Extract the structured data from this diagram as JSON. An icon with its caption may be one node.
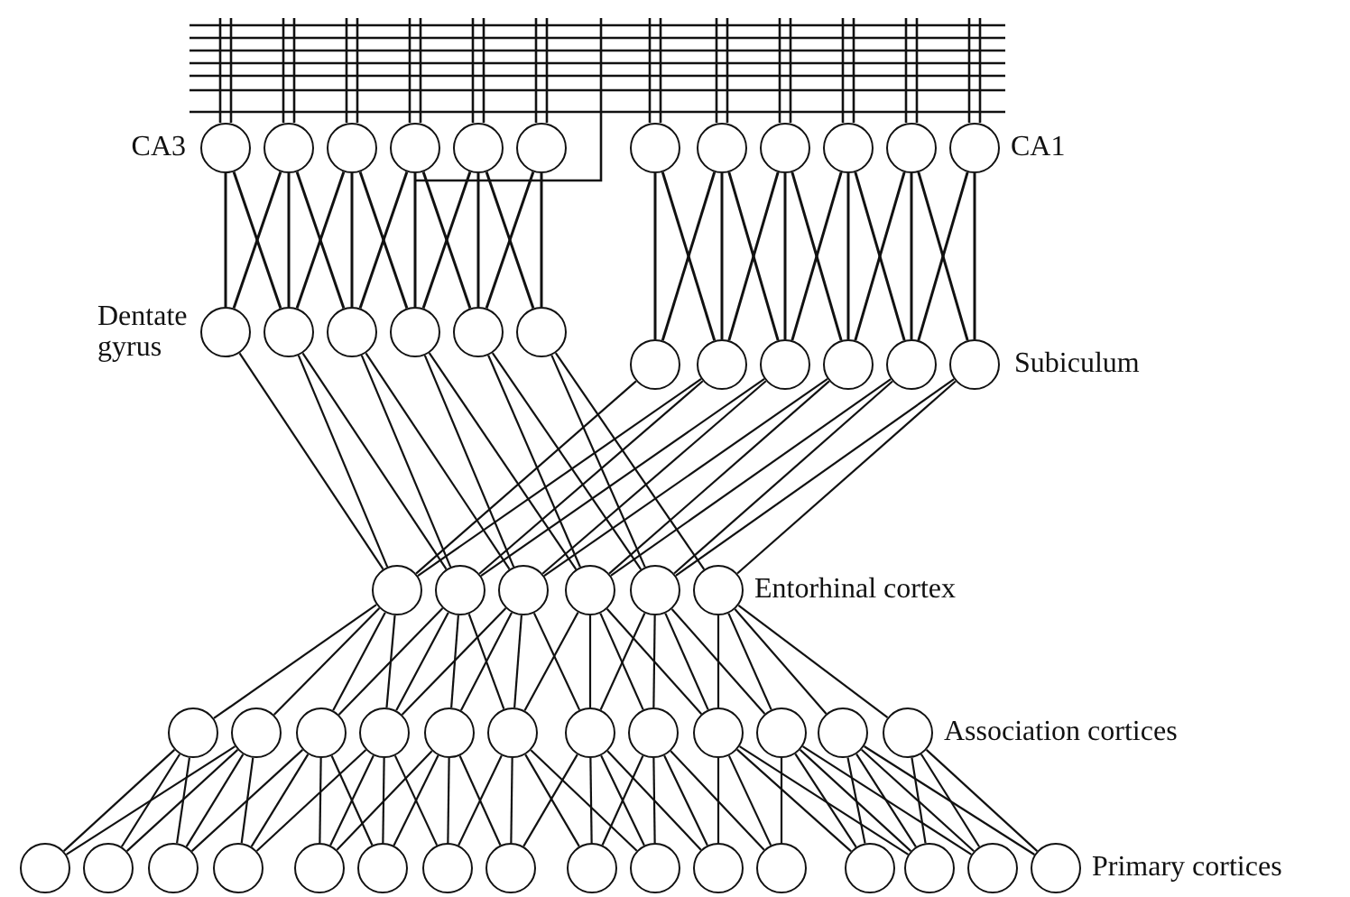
{
  "diagram": {
    "nodes": [
      {
        "text": [],
        "shape": "circle"
      },
      {
        "text": [],
        "shape": "circle"
      },
      {
        "text": [],
        "shape": "circle"
      },
      {
        "text": [],
        "shape": "circle"
      },
      {
        "text": [],
        "shape": "circle"
      },
      {
        "text": [],
        "shape": "circle"
      },
      {
        "text": [],
        "shape": "circle"
      },
      {
        "text": [],
        "shape": "circle"
      },
      {
        "text": [],
        "shape": "circle"
      },
      {
        "text": [],
        "shape": "circle"
      },
      {
        "text": [],
        "shape": "circle"
      },
      {
        "text": [],
        "shape": "circle"
      },
      {
        "text": [],
        "shape": "circle"
      },
      {
        "text": [],
        "shape": "circle"
      },
      {
        "text": [],
        "shape": "circle"
      },
      {
        "text": [],
        "shape": "circle"
      },
      {
        "text": [],
        "shape": "circle"
      },
      {
        "text": [],
        "shape": "circle"
      },
      {
        "text": [],
        "shape": "circle"
      },
      {
        "text": [],
        "shape": "circle"
      },
      {
        "text": [],
        "shape": "circle"
      },
      {
        "text": [],
        "shape": "circle"
      },
      {
        "text": [],
        "shape": "circle"
      },
      {
        "text": [],
        "shape": "circle"
      },
      {
        "text": [],
        "shape": "circle"
      },
      {
        "text": [],
        "shape": "circle"
      },
      {
        "text": [],
        "shape": "circle"
      },
      {
        "text": [],
        "shape": "circle"
      },
      {
        "text": [],
        "shape": "circle"
      },
      {
        "text": [],
        "shape": "circle"
      },
      {
        "text": [],
        "shape": "circle"
      },
      {
        "text": [],
        "shape": "circle"
      },
      {
        "text": [],
        "shape": "circle"
      },
      {
        "text": [],
        "shape": "circle"
      },
      {
        "text": [],
        "shape": "circle"
      },
      {
        "text": [],
        "shape": "circle"
      },
      {
        "text": [],
        "shape": "circle"
      },
      {
        "text": [],
        "shape": "circle"
      },
      {
        "text": [],
        "shape": "circle"
      },
      {
        "text": [],
        "shape": "circle"
      },
      {
        "text": [],
        "shape": "circle"
      },
      {
        "text": [],
        "shape": "circle"
      },
      {
        "text": [],
        "shape": "circle"
      },
      {
        "text": [],
        "shape": "circle"
      },
      {
        "text": [],
        "shape": "circle"
      },
      {
        "text": [],
        "shape": "circle"
      },
      {
        "text": [],
        "shape": "circle"
      },
      {
        "text": [],
        "shape": "circle"
      },
      {
        "text": [],
        "shape": "circle"
      },
      {
        "text": [],
        "shape": "circle"
      },
      {
        "text": [],
        "shape": "circle"
      },
      {
        "text": [],
        "shape": "circle"
      },
      {
        "text": [],
        "shape": "circle"
      },
      {
        "text": [],
        "shape": "circle"
      },
      {
        "text": [],
        "shape": "circle"
      },
      {
        "text": [],
        "shape": "circle"
      },
      {
        "text": [],
        "shape": "circle"
      },
      {
        "text": [],
        "shape": "circle"
      }
    ],
    "edges": [
      {
        "from": 0,
        "to": 12,
        "arrow": "none"
      },
      {
        "from": 0,
        "to": 13,
        "arrow": "none"
      },
      {
        "from": 1,
        "to": 12,
        "arrow": "none"
      },
      {
        "from": 1,
        "to": 13,
        "arrow": "none"
      },
      {
        "from": 1,
        "to": 14,
        "arrow": "none"
      },
      {
        "from": 2,
        "to": 13,
        "arrow": "none"
      },
      {
        "from": 2,
        "to": 14,
        "arrow": "none"
      },
      {
        "from": 2,
        "to": 15,
        "arrow": "none"
      },
      {
        "from": 3,
        "to": 14,
        "arrow": "none"
      },
      {
        "from": 3,
        "to": 15,
        "arrow": "none"
      },
      {
        "from": 3,
        "to": 16,
        "arrow": "none"
      },
      {
        "from": 4,
        "to": 15,
        "arrow": "none"
      },
      {
        "from": 4,
        "to": 16,
        "arrow": "none"
      },
      {
        "from": 4,
        "to": 17,
        "arrow": "none"
      },
      {
        "from": 5,
        "to": 16,
        "arrow": "none"
      },
      {
        "from": 5,
        "to": 17,
        "arrow": "none"
      },
      {
        "from": 6,
        "to": 18,
        "arrow": "none"
      },
      {
        "from": 6,
        "to": 19,
        "arrow": "none"
      },
      {
        "from": 7,
        "to": 18,
        "arrow": "none"
      },
      {
        "from": 7,
        "to": 19,
        "arrow": "none"
      },
      {
        "from": 7,
        "to": 20,
        "arrow": "none"
      },
      {
        "from": 8,
        "to": 19,
        "arrow": "none"
      },
      {
        "from": 8,
        "to": 20,
        "arrow": "none"
      },
      {
        "from": 8,
        "to": 21,
        "arrow": "none"
      },
      {
        "from": 9,
        "to": 20,
        "arrow": "none"
      },
      {
        "from": 9,
        "to": 21,
        "arrow": "none"
      },
      {
        "from": 9,
        "to": 22,
        "arrow": "none"
      },
      {
        "from": 10,
        "to": 21,
        "arrow": "none"
      },
      {
        "from": 10,
        "to": 22,
        "arrow": "none"
      },
      {
        "from": 10,
        "to": 23,
        "arrow": "none"
      },
      {
        "from": 11,
        "to": 22,
        "arrow": "none"
      },
      {
        "from": 11,
        "to": 23,
        "arrow": "none"
      },
      {
        "from": 12,
        "to": 24,
        "arrow": "none"
      },
      {
        "from": 13,
        "to": 24,
        "arrow": "none"
      },
      {
        "from": 13,
        "to": 25,
        "arrow": "none"
      },
      {
        "from": 14,
        "to": 25,
        "arrow": "none"
      },
      {
        "from": 14,
        "to": 26,
        "arrow": "none"
      },
      {
        "from": 15,
        "to": 26,
        "arrow": "none"
      },
      {
        "from": 15,
        "to": 27,
        "arrow": "none"
      },
      {
        "from": 16,
        "to": 27,
        "arrow": "none"
      },
      {
        "from": 16,
        "to": 28,
        "arrow": "none"
      },
      {
        "from": 17,
        "to": 28,
        "arrow": "none"
      },
      {
        "from": 17,
        "to": 29,
        "arrow": "none"
      },
      {
        "from": 18,
        "to": 24,
        "arrow": "none"
      },
      {
        "from": 19,
        "to": 24,
        "arrow": "none"
      },
      {
        "from": 19,
        "to": 25,
        "arrow": "none"
      },
      {
        "from": 20,
        "to": 25,
        "arrow": "none"
      },
      {
        "from": 20,
        "to": 26,
        "arrow": "none"
      },
      {
        "from": 21,
        "to": 26,
        "arrow": "none"
      },
      {
        "from": 21,
        "to": 27,
        "arrow": "none"
      },
      {
        "from": 22,
        "to": 27,
        "arrow": "none"
      },
      {
        "from": 22,
        "to": 28,
        "arrow": "none"
      },
      {
        "from": 23,
        "to": 28,
        "arrow": "none"
      },
      {
        "from": 23,
        "to": 29,
        "arrow": "none"
      },
      {
        "from": 24,
        "to": 30,
        "arrow": "none"
      },
      {
        "from": 24,
        "to": 31,
        "arrow": "none"
      },
      {
        "from": 24,
        "to": 32,
        "arrow": "none"
      },
      {
        "from": 24,
        "to": 33,
        "arrow": "none"
      },
      {
        "from": 25,
        "to": 32,
        "arrow": "none"
      },
      {
        "from": 25,
        "to": 33,
        "arrow": "none"
      },
      {
        "from": 25,
        "to": 34,
        "arrow": "none"
      },
      {
        "from": 25,
        "to": 35,
        "arrow": "none"
      },
      {
        "from": 26,
        "to": 33,
        "arrow": "none"
      },
      {
        "from": 26,
        "to": 34,
        "arrow": "none"
      },
      {
        "from": 26,
        "to": 35,
        "arrow": "none"
      },
      {
        "from": 26,
        "to": 36,
        "arrow": "none"
      },
      {
        "from": 27,
        "to": 35,
        "arrow": "none"
      },
      {
        "from": 27,
        "to": 36,
        "arrow": "none"
      },
      {
        "from": 27,
        "to": 37,
        "arrow": "none"
      },
      {
        "from": 27,
        "to": 38,
        "arrow": "none"
      },
      {
        "from": 28,
        "to": 36,
        "arrow": "none"
      },
      {
        "from": 28,
        "to": 37,
        "arrow": "none"
      },
      {
        "from": 28,
        "to": 38,
        "arrow": "none"
      },
      {
        "from": 28,
        "to": 39,
        "arrow": "none"
      },
      {
        "from": 29,
        "to": 38,
        "arrow": "none"
      },
      {
        "from": 29,
        "to": 39,
        "arrow": "none"
      },
      {
        "from": 29,
        "to": 40,
        "arrow": "none"
      },
      {
        "from": 29,
        "to": 41,
        "arrow": "none"
      },
      {
        "from": 30,
        "to": 42,
        "arrow": "none"
      },
      {
        "from": 30,
        "to": 43,
        "arrow": "none"
      },
      {
        "from": 30,
        "to": 44,
        "arrow": "none"
      },
      {
        "from": 31,
        "to": 42,
        "arrow": "none"
      },
      {
        "from": 31,
        "to": 43,
        "arrow": "none"
      },
      {
        "from": 31,
        "to": 44,
        "arrow": "none"
      },
      {
        "from": 31,
        "to": 45,
        "arrow": "none"
      },
      {
        "from": 32,
        "to": 44,
        "arrow": "none"
      },
      {
        "from": 32,
        "to": 45,
        "arrow": "none"
      },
      {
        "from": 32,
        "to": 46,
        "arrow": "none"
      },
      {
        "from": 32,
        "to": 47,
        "arrow": "none"
      },
      {
        "from": 33,
        "to": 45,
        "arrow": "none"
      },
      {
        "from": 33,
        "to": 46,
        "arrow": "none"
      },
      {
        "from": 33,
        "to": 47,
        "arrow": "none"
      },
      {
        "from": 33,
        "to": 48,
        "arrow": "none"
      },
      {
        "from": 34,
        "to": 46,
        "arrow": "none"
      },
      {
        "from": 34,
        "to": 47,
        "arrow": "none"
      },
      {
        "from": 34,
        "to": 48,
        "arrow": "none"
      },
      {
        "from": 34,
        "to": 49,
        "arrow": "none"
      },
      {
        "from": 35,
        "to": 48,
        "arrow": "none"
      },
      {
        "from": 35,
        "to": 49,
        "arrow": "none"
      },
      {
        "from": 35,
        "to": 50,
        "arrow": "none"
      },
      {
        "from": 35,
        "to": 51,
        "arrow": "none"
      },
      {
        "from": 36,
        "to": 49,
        "arrow": "none"
      },
      {
        "from": 36,
        "to": 50,
        "arrow": "none"
      },
      {
        "from": 36,
        "to": 51,
        "arrow": "none"
      },
      {
        "from": 36,
        "to": 52,
        "arrow": "none"
      },
      {
        "from": 37,
        "to": 50,
        "arrow": "none"
      },
      {
        "from": 37,
        "to": 51,
        "arrow": "none"
      },
      {
        "from": 37,
        "to": 52,
        "arrow": "none"
      },
      {
        "from": 37,
        "to": 53,
        "arrow": "none"
      },
      {
        "from": 38,
        "to": 52,
        "arrow": "none"
      },
      {
        "from": 38,
        "to": 53,
        "arrow": "none"
      },
      {
        "from": 38,
        "to": 54,
        "arrow": "none"
      },
      {
        "from": 38,
        "to": 55,
        "arrow": "none"
      },
      {
        "from": 39,
        "to": 53,
        "arrow": "none"
      },
      {
        "from": 39,
        "to": 54,
        "arrow": "none"
      },
      {
        "from": 39,
        "to": 55,
        "arrow": "none"
      },
      {
        "from": 39,
        "to": 56,
        "arrow": "none"
      },
      {
        "from": 40,
        "to": 54,
        "arrow": "none"
      },
      {
        "from": 40,
        "to": 55,
        "arrow": "none"
      },
      {
        "from": 40,
        "to": 56,
        "arrow": "none"
      },
      {
        "from": 40,
        "to": 57,
        "arrow": "none"
      },
      {
        "from": 41,
        "to": 55,
        "arrow": "none"
      },
      {
        "from": 41,
        "to": 56,
        "arrow": "none"
      },
      {
        "from": 41,
        "to": 57,
        "arrow": "none"
      }
    ],
    "labels": [
      "CA3",
      "CA1",
      "Dentate gyrus",
      "Subiculum",
      "Entorhinal cortex",
      "Association cortices",
      "Primary cortices"
    ]
  }
}
